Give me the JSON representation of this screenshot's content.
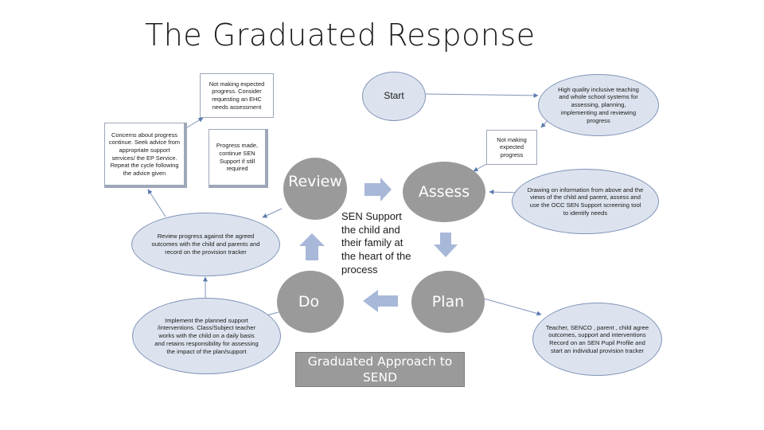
{
  "title": "The Graduated Response",
  "nodes": {
    "start": "Start",
    "high_quality": "High quality inclusive teaching and whole school systems for assessing, planning, implementing and reviewing progress",
    "not_making_progress": "Not making expected progress",
    "drawing_info": "Drawing on information from above and the views of the child and parent, assess and use the OCC SEN Support screening tool to identify needs",
    "teacher_senco": "Teacher, SENCO , parent , child agree outcomes, support and interventions Record on an SEN Pupil Profile and start an individual provision tracker",
    "implement": "Implement the planned support /interventions. Class/Subject teacher works with the child on a daily basis and retains responsibility for assessing the impact of the plan/support",
    "review_progress": "Review progress against the agreed outcomes with the child and parents and record on the provision tracker",
    "concerns": "Concerns about progress continue. Seek advice from appropriate support services/ the EP Service. Repeat the cycle following the advice given",
    "not_making_ehc": "Not making expected progress. Consider requesting an EHC needs assessment",
    "progress_made": "Progress made, continue SEN Support if still required"
  },
  "cycle": {
    "review": "Review",
    "assess": "Assess",
    "plan": "Plan",
    "do": "Do",
    "center": "SEN Support the child and their family at the heart of the process"
  },
  "footer_label": "Graduated Approach to SEND",
  "colors": {
    "ellipse_fill": "#dde3ee",
    "ellipse_border": "#7f93b8",
    "cycle_fill": "#9a9a9a",
    "arrow_fill": "#a8b8d8"
  }
}
